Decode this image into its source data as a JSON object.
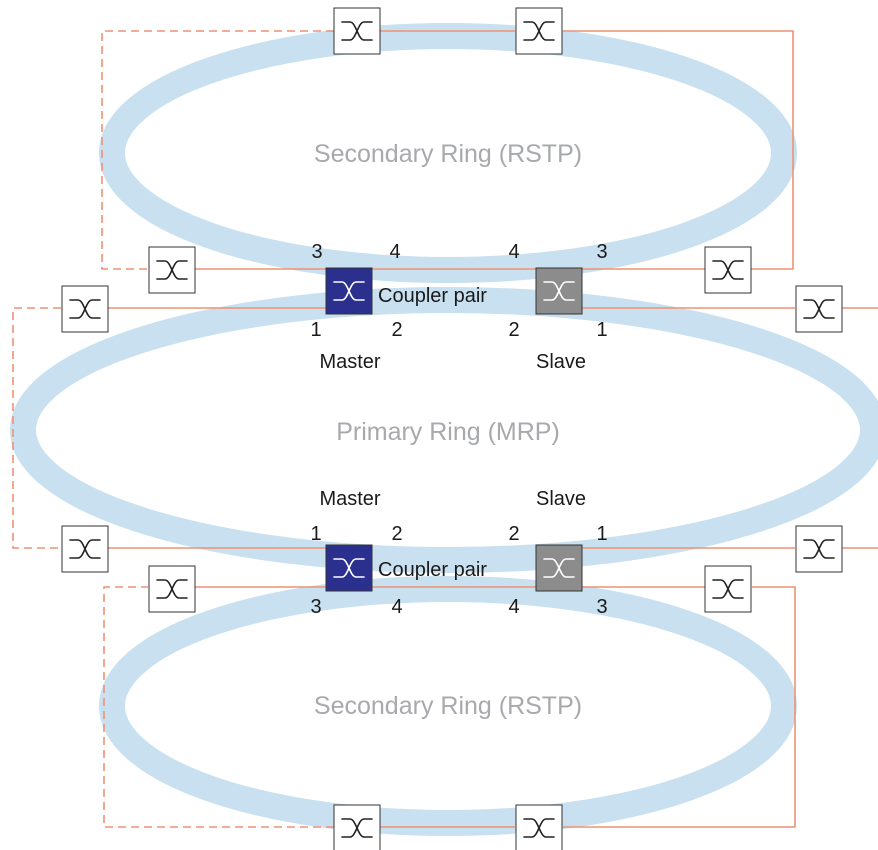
{
  "rings": {
    "secondary_top": "Secondary Ring (RSTP)",
    "primary": "Primary Ring (MRP)",
    "secondary_bottom": "Secondary Ring (RSTP)"
  },
  "coupler_top": {
    "label": "Coupler pair",
    "master_label": "Master",
    "slave_label": "Slave",
    "master_ports": {
      "secondary_a": "3",
      "secondary_b": "4",
      "primary_a": "1",
      "primary_b": "2"
    },
    "slave_ports": {
      "secondary_a": "4",
      "secondary_b": "3",
      "primary_a": "2",
      "primary_b": "1"
    }
  },
  "coupler_bottom": {
    "label": "Coupler pair",
    "master_label": "Master",
    "slave_label": "Slave",
    "master_ports": {
      "primary_a": "1",
      "primary_b": "2",
      "secondary_a": "3",
      "secondary_b": "4"
    },
    "slave_ports": {
      "primary_a": "2",
      "primary_b": "1",
      "secondary_a": "4",
      "secondary_b": "3"
    }
  },
  "colors": {
    "ring": "#c8e0ef",
    "link": "#ee9275",
    "master_switch": "#2b2f8e",
    "slave_switch": "#8c8c8c",
    "ring_label": "#a7a9ac"
  },
  "icons": {
    "switch": "network-switch-icon"
  }
}
